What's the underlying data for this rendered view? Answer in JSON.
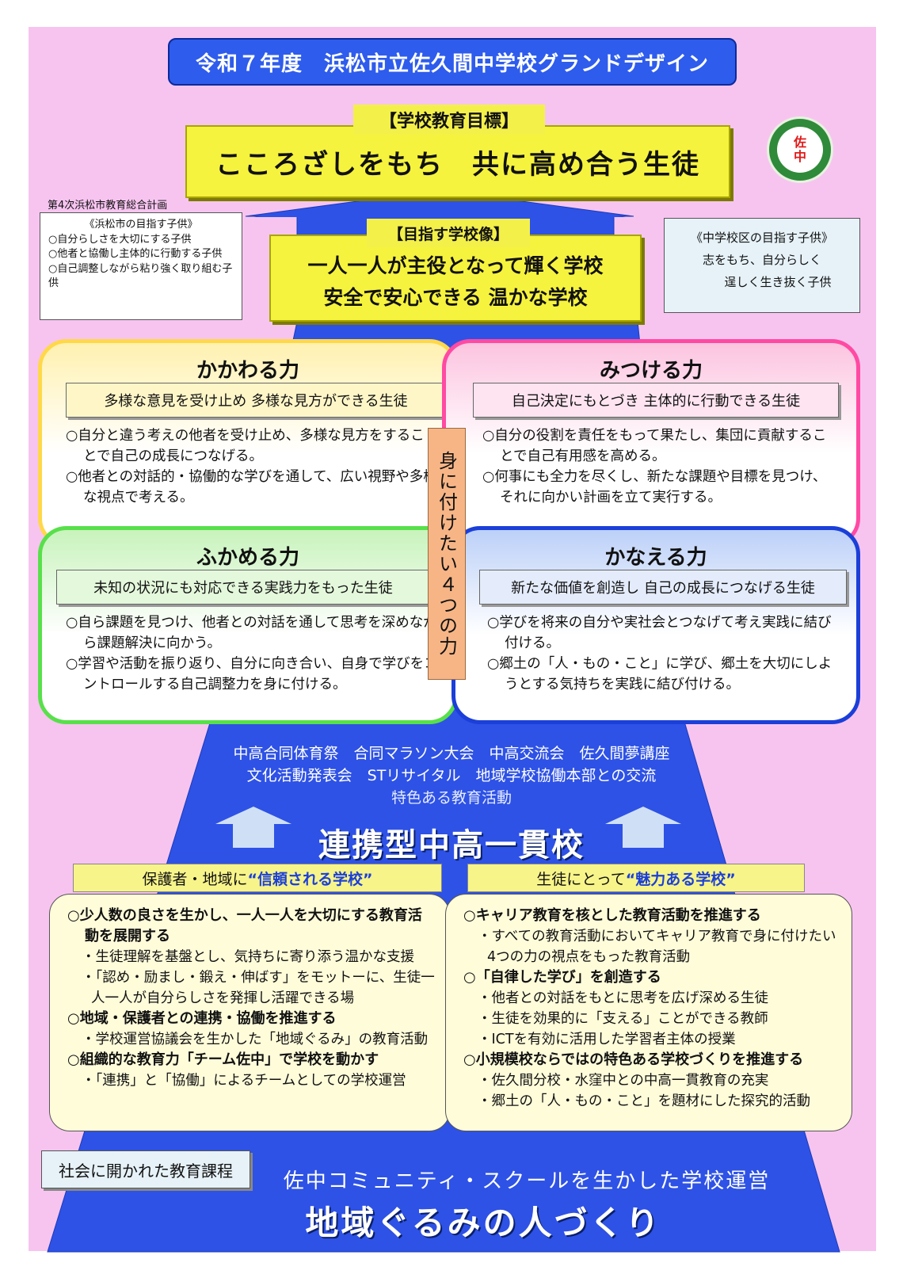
{
  "title": "令和７年度　浜松市立佐久間中学校グランドデザイン",
  "goal": {
    "label": "【学校教育目標】",
    "text": "こころざしをもち　共に高め合う生徒"
  },
  "logo": {
    "char1": "佐",
    "char2": "中"
  },
  "plan": {
    "source": "第4次浜松市教育総合計画",
    "title": "《浜松市の目指す子供》",
    "items": [
      "○自分らしさを大切にする子供",
      "○他者と協働し主体的に行動する子供",
      "○自己調整しながら粘り強く取り組む子供"
    ]
  },
  "district": {
    "title": "《中学校区の目指す子供》",
    "line1": "志をもち、自分らしく",
    "line2": "逞しく生き抜く子供"
  },
  "school_image": {
    "label": "【目指す学校像】",
    "line1": "一人一人が主役となって輝く学校",
    "line2": "安全で安心できる 温かな学校"
  },
  "four_powers_label": "身に付けたい４つの力",
  "powers": [
    {
      "name": "かかわる力",
      "subtitle": "多様な意見を受け止め 多様な見方ができる生徒",
      "items": [
        "○自分と違う考えの他者を受け止め、多様な見方をすることで自己の成長につなげる。",
        "○他者との対話的・協働的な学びを通して、広い視野や多様な視点で考える。"
      ]
    },
    {
      "name": "みつける力",
      "subtitle": "自己決定にもとづき 主体的に行動できる生徒",
      "items": [
        "○自分の役割を責任をもって果たし、集団に貢献することで自己有用感を高める。",
        "○何事にも全力を尽くし、新たな課題や目標を見つけ、それに向かい計画を立て実行する。"
      ]
    },
    {
      "name": "ふかめる力",
      "subtitle": "未知の状況にも対応できる実践力をもった生徒",
      "items": [
        "○自ら課題を見つけ、他者との対話を通して思考を深めながら課題解決に向かう。",
        "○学習や活動を振り返り、自分に向き合い、自身で学びをコントロールする自己調整力を身に付ける。"
      ]
    },
    {
      "name": "かなえる力",
      "subtitle": "新たな価値を創造し 自己の成長につなげる生徒",
      "items": [
        "○学びを将来の自分や実社会とつなげて考え実践に結び付ける。",
        "○郷土の「人・もの・こと」に学び、郷土を大切にしようとする気持ちを実践に結び付ける。"
      ]
    }
  ],
  "activities": {
    "line1": "中高合同体育祭　合同マラソン大会　中高交流会　佐久間夢講座",
    "line2": "文化活動発表会　STリサイタル　地域学校協働本部との交流",
    "label": "特色ある教育活動"
  },
  "integrated": "連携型中高一貫校",
  "trusted": {
    "ribbon_prefix": "保護者・地域に",
    "ribbon_bold": "“信頼される学校”",
    "lines": [
      {
        "t": "m",
        "v": "○少人数の良さを生かし、一人一人を大切にする教育活動を展開する"
      },
      {
        "t": "s",
        "v": "・生徒理解を基盤とし、気持ちに寄り添う温かな支援"
      },
      {
        "t": "s",
        "v": "・「認め・励まし・鍛え・伸ばす」をモットーに、生徒一人一人が自分らしさを発揮し活躍できる場"
      },
      {
        "t": "m",
        "v": "○地域・保護者との連携・協働を推進する"
      },
      {
        "t": "s",
        "v": "・学校運営協議会を生かした「地域ぐるみ」の教育活動"
      },
      {
        "t": "m",
        "v": "○組織的な教育力「チーム佐中」で学校を動かす"
      },
      {
        "t": "s",
        "v": "・「連携」と「協働」によるチームとしての学校運営"
      }
    ]
  },
  "attractive": {
    "ribbon_prefix": "生徒にとって",
    "ribbon_bold": "“魅力ある学校”",
    "lines": [
      {
        "t": "m",
        "v": "○キャリア教育を核とした教育活動を推進する"
      },
      {
        "t": "s",
        "v": "・すべての教育活動においてキャリア教育で身に付けたい4つの力の視点をもった教育活動"
      },
      {
        "t": "m",
        "v": "○「自律した学び」を創造する"
      },
      {
        "t": "s",
        "v": "・他者との対話をもとに思考を広げ深める生徒"
      },
      {
        "t": "s",
        "v": "・生徒を効果的に「支える」ことができる教師"
      },
      {
        "t": "s",
        "v": "・ICTを有効に活用した学習者主体の授業"
      },
      {
        "t": "m",
        "v": "○小規模校ならではの特色ある学校づくりを推進する"
      },
      {
        "t": "s",
        "v": "・佐久間分校・水窪中との中高一貫教育の充実"
      },
      {
        "t": "s",
        "v": "・郷土の「人・もの・こと」を題材にした探究的活動"
      }
    ]
  },
  "curriculum": "社会に開かれた教育課程",
  "community_school": "佐中コミュニティ・スクールを生かした学校運営",
  "motto": "地域ぐるみの人づくり",
  "colors": {
    "background": "#f7c4f0",
    "pyramid": "#2e52e6",
    "goal": "#f6f33e"
  }
}
